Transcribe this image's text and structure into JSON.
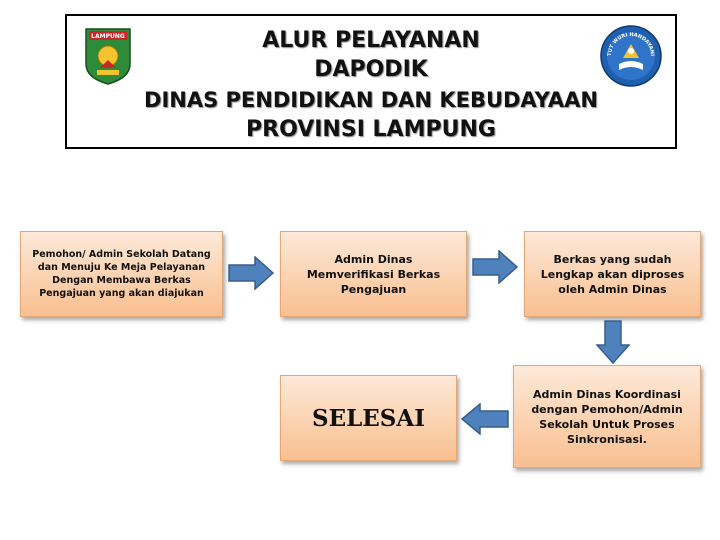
{
  "header": {
    "line1": "ALUR PELAYANAN",
    "line2": "DAPODIK",
    "line3": "DINAS PENDIDIKAN DAN KEBUDAYAAN",
    "line4": "PROVINSI LAMPUNG",
    "logo_left_text": "LAMPUNG",
    "logo_right_text": "TUT WURI HANDAYANI"
  },
  "flow": {
    "step1": "Pemohon/ Admin Sekolah Datang dan Menuju Ke Meja Pelayanan Dengan Membawa Berkas Pengajuan yang akan diajukan",
    "step2": "Admin Dinas Memverifikasi Berkas Pengajuan",
    "step3": "Berkas yang sudah Lengkap akan diproses oleh Admin Dinas",
    "step4": "Admin Dinas Koordinasi dengan Pemohon/Admin Sekolah Untuk Proses Sinkronisasi.",
    "step5": "SELESAI"
  },
  "colors": {
    "box_fill": "#fbd2b0",
    "arrow_fill": "#4f81bd",
    "arrow_stroke": "#385d8a"
  }
}
